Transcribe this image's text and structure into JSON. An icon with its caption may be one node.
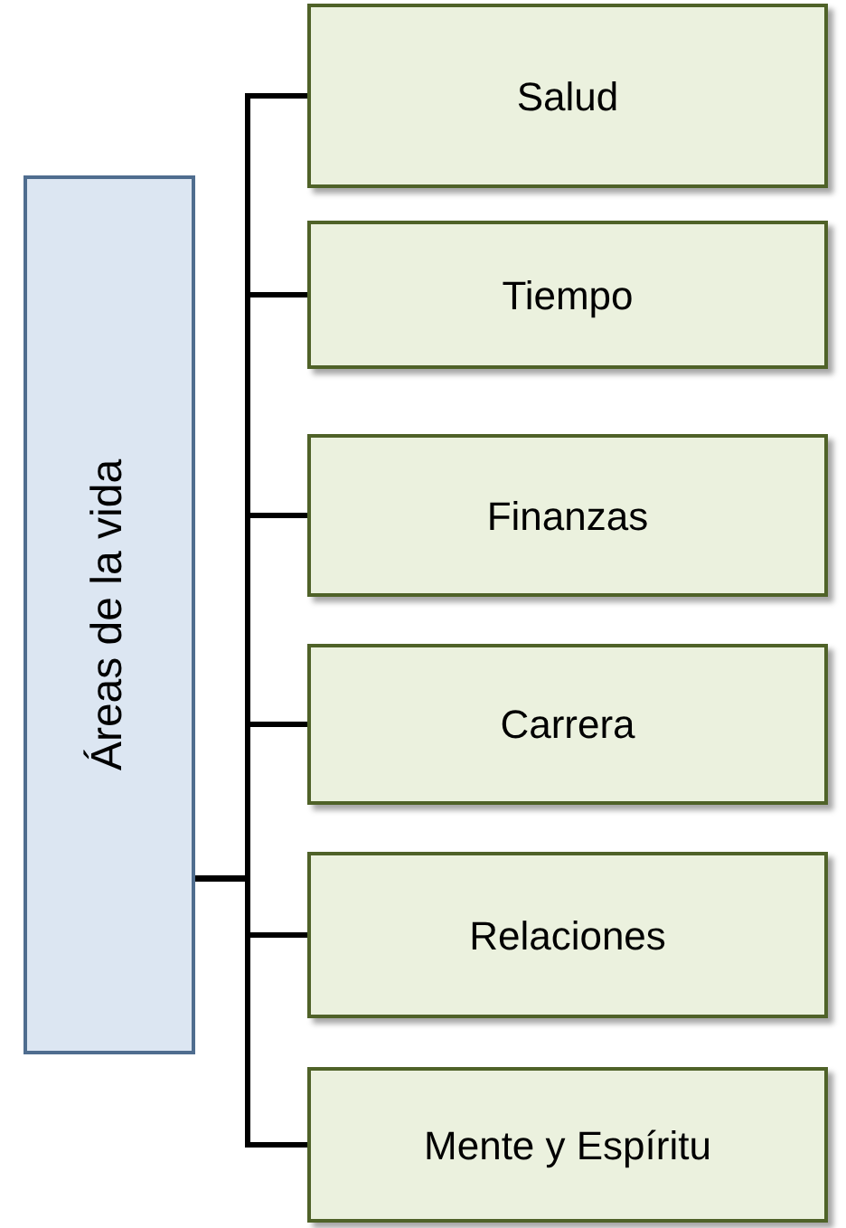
{
  "diagram": {
    "nodes": [
      {
        "text": [
          "Áreas de la vida"
        ]
      },
      {
        "text": [
          "Salud"
        ]
      },
      {
        "text": [
          "Tiempo"
        ]
      },
      {
        "text": [
          "Finanzas"
        ]
      },
      {
        "text": [
          "Carrera"
        ]
      },
      {
        "text": [
          "Relaciones"
        ]
      },
      {
        "text": [
          "Mente y Espíritu"
        ]
      }
    ],
    "edges": [
      {
        "from": 0,
        "to": 1,
        "arrow": "none"
      },
      {
        "from": 0,
        "to": 2,
        "arrow": "none"
      },
      {
        "from": 0,
        "to": 3,
        "arrow": "none"
      },
      {
        "from": 0,
        "to": 4,
        "arrow": "none"
      },
      {
        "from": 0,
        "to": 5,
        "arrow": "none"
      },
      {
        "from": 0,
        "to": 6,
        "arrow": "none"
      }
    ]
  }
}
